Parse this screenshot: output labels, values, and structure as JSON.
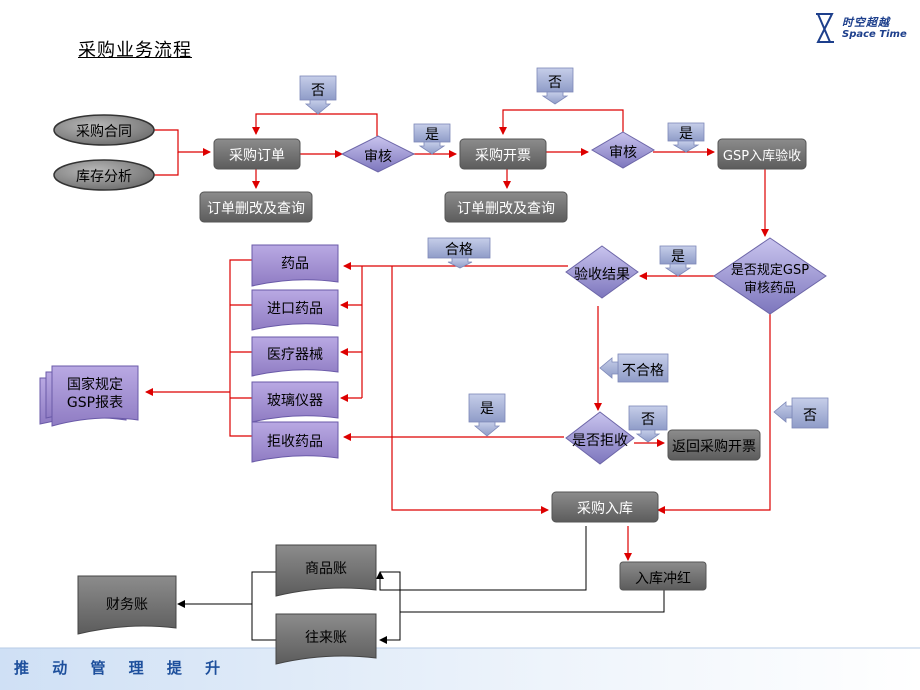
{
  "title": "采购业务流程",
  "logo": {
    "cn": "时空超越",
    "en": "Space Time",
    "icon": "hourglass-icon"
  },
  "footer": "推 动 管 理 提 升",
  "nodes": {
    "contract": "采购合同",
    "inventory_analysis": "库存分析",
    "purchase_order": "采购订单",
    "review1": "审核",
    "order_edit1": "订单删改及查询",
    "purchase_invoice": "采购开票",
    "review2": "审核",
    "order_edit2": "订单删改及查询",
    "gsp_inspection": "GSP入库验收",
    "gsp_check_line1": "是否规定GSP",
    "gsp_check_line2": "审核药品",
    "inspection_result": "验收结果",
    "drug": "药品",
    "imported_drug": "进口药品",
    "medical_device": "医疗器械",
    "glass_instrument": "玻璃仪器",
    "rejected_drug": "拒收药品",
    "gsp_report_line1": "国家规定",
    "gsp_report_line2": "GSP报表",
    "reject_decision": "是否拒收",
    "return_invoice": "返回采购开票",
    "purchase_storage": "采购入库",
    "storage_reversal": "入库冲红",
    "goods_ledger": "商品账",
    "accounts_ledger": "往来账",
    "finance_ledger": "财务账"
  },
  "tags": {
    "no1": "否",
    "no2": "否",
    "yes1": "是",
    "yes2": "是",
    "yes3": "是",
    "qualified": "合格",
    "unqualified": "不合格",
    "yes4": "是",
    "no3": "否",
    "no4": "否"
  },
  "colors": {
    "gray_box": "#6f6f6f",
    "purple_box": "#a08ecf",
    "diamond": "#8d86c8",
    "tag": "#a8b2d8",
    "arrow_red": "#dd0000",
    "ellipse": "#8a8a8a"
  }
}
